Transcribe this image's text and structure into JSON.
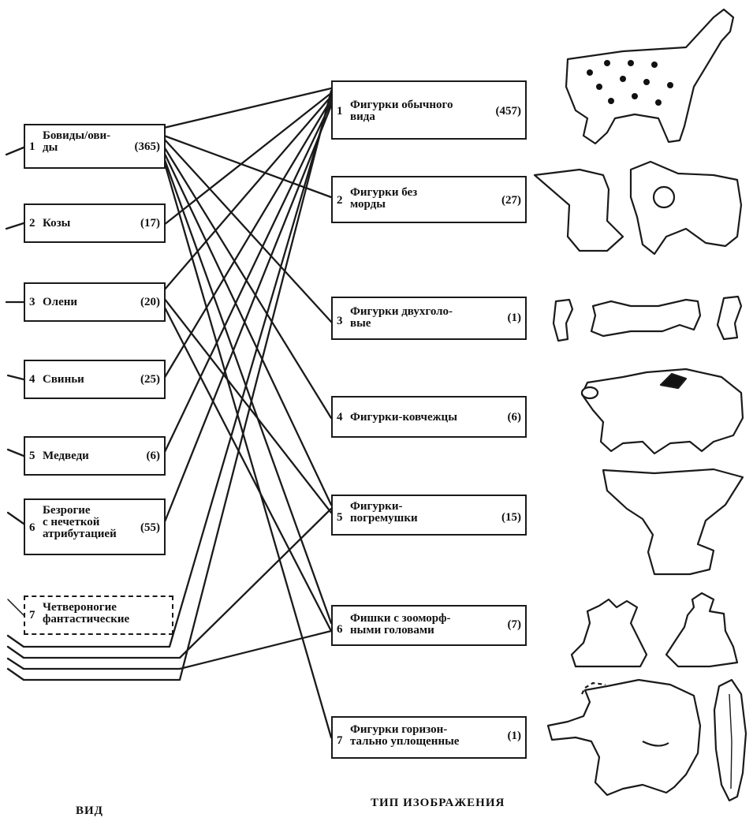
{
  "species": [
    {
      "num": "1",
      "label": "Бовиды/ови-\nды",
      "count": "(365)"
    },
    {
      "num": "2",
      "label": "Козы",
      "count": "(17)"
    },
    {
      "num": "3",
      "label": "Олени",
      "count": "(20)"
    },
    {
      "num": "4",
      "label": "Свиньи",
      "count": "(25)"
    },
    {
      "num": "5",
      "label": "Медведи",
      "count": "(6)"
    },
    {
      "num": "6",
      "label": "Безрогие\nс нечеткой\nатрибутацией",
      "count": "(55)"
    },
    {
      "num": "7",
      "label": "Четвероногие\nфантастические",
      "count": ""
    }
  ],
  "types": [
    {
      "num": "1",
      "label": "Фигурки обычного\nвида",
      "count": "(457)"
    },
    {
      "num": "2",
      "label": "Фигурки без\nморды",
      "count": "(27)"
    },
    {
      "num": "3",
      "label": "Фигурки двухголо-\nвые",
      "count": "(1)"
    },
    {
      "num": "4",
      "label": "Фигурки-ковчежцы",
      "count": "(6)"
    },
    {
      "num": "5",
      "label": "Фигурки-\nпогремушки",
      "count": "(15)"
    },
    {
      "num": "6",
      "label": "Фишки с зооморф-\nными головами",
      "count": "(7)"
    },
    {
      "num": "7",
      "label": "Фигурки горизон-\nтально уплощенные",
      "count": "(1)"
    }
  ],
  "footer": {
    "left": "ВИД",
    "right": "ТИП ИЗОБРАЖЕНИЯ"
  }
}
